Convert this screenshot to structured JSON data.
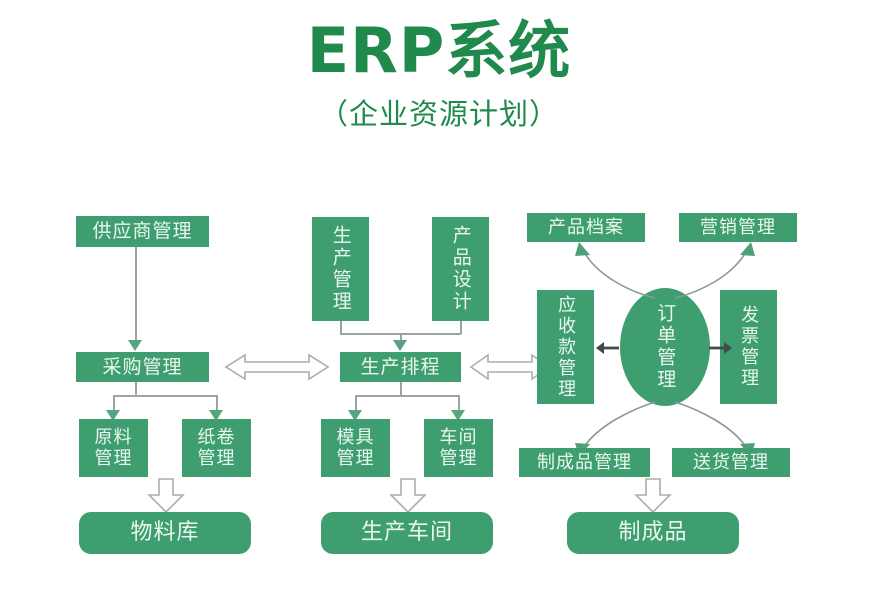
{
  "header": {
    "title": "ERP系统",
    "subtitle": "（企业资源计划）"
  },
  "theme": {
    "node_fill": "#3f9e6f",
    "node_text": "#e9f7ef",
    "title_color": "#1f8a4c",
    "line_color": "#9aa4a4",
    "hollow_arrow_stroke": "#a7afaf",
    "hollow_arrow_fill": "#ffffff",
    "background": "#ffffff"
  },
  "nodes": {
    "supplier_mgmt": "供应商管理",
    "purchase_mgmt": "采购管理",
    "raw_material_mgmt": "原料\n管理",
    "paper_roll_mgmt": "纸卷\n管理",
    "material_warehouse": "物料库",
    "production_mgmt": "生产管理",
    "product_design": "产品设计",
    "production_schedule": "生产排程",
    "mold_mgmt": "模具\n管理",
    "workshop_mgmt": "车间\n管理",
    "production_workshop": "生产车间",
    "product_archive": "产品档案",
    "marketing_mgmt": "营销管理",
    "receivables_mgmt": "应收款管理",
    "order_mgmt": "订单管理",
    "invoice_mgmt": "发票管理",
    "finished_product_mgmt": "制成品管理",
    "delivery_mgmt": "送货管理",
    "finished_products": "制成品"
  },
  "connectors": {
    "purchase_to_schedule": "double-arrow-horizontal",
    "schedule_to_receivables": "double-arrow-horizontal",
    "order_to_receivables": "arrow-left",
    "order_to_invoice": "arrow-right",
    "order_to_product_archive": "curved-arrow-up-left",
    "order_to_marketing": "curved-arrow-up-right",
    "order_to_finished_product_mgmt": "curved-arrow-down-left",
    "order_to_delivery": "curved-arrow-down-right",
    "to_material_warehouse": "hollow-arrow-down",
    "to_production_workshop": "hollow-arrow-down",
    "to_finished_products": "hollow-arrow-down"
  }
}
